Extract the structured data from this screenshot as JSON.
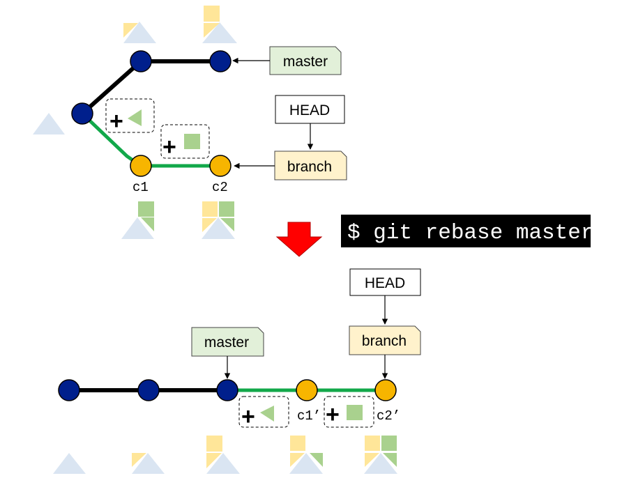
{
  "colors": {
    "main_commit": "#001f8c",
    "branch_commit": "#f7b500",
    "main_line": "#000000",
    "branch_line": "#12a84a",
    "master_label_bg": "#e2f0d9",
    "branch_label_bg": "#fff2cc",
    "arrow_down": "#ff0000",
    "command_bg": "#000000",
    "shape_blue": "#dae5f2",
    "shape_yellow": "#ffe699",
    "shape_green": "#a9d18e"
  },
  "before": {
    "master_label": "master",
    "head_label": "HEAD",
    "branch_label": "branch",
    "commit_c1": "c1",
    "commit_c2": "c2"
  },
  "command": "$ git rebase master",
  "after": {
    "master_label": "master",
    "head_label": "HEAD",
    "branch_label": "branch",
    "commit_c1": "c1’",
    "commit_c2": "c2’"
  },
  "plus_sign": "+"
}
